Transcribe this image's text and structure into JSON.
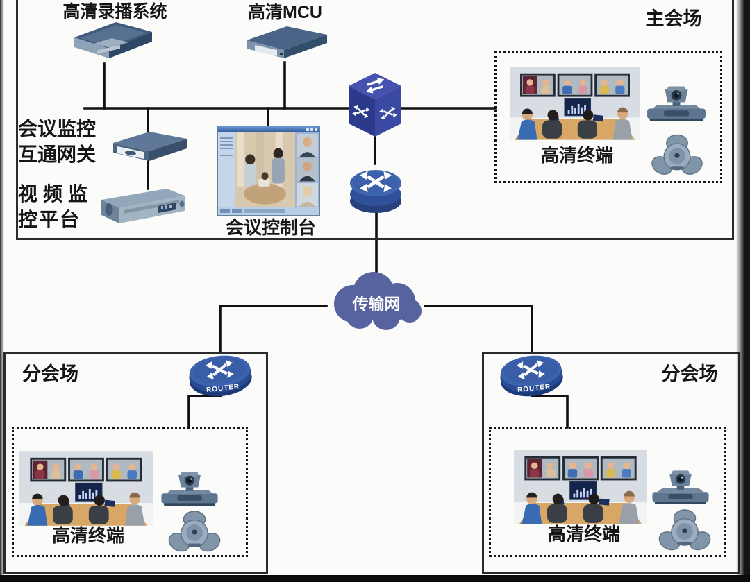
{
  "main_venue": {
    "label": "主会场",
    "recorder_label": "高清录播系统",
    "mcu_label": "高清MCU",
    "gateway_label_line1": "会议监控",
    "gateway_label_line2": "互通网关",
    "vms_label_line1": "视频监",
    "vms_label_line2": "控平台",
    "console_label": "会议控制台",
    "terminal_label": "高清终端"
  },
  "cloud": {
    "label": "传输网"
  },
  "branch_left": {
    "label": "分会场",
    "terminal_label": "高清终端",
    "router_badge": "ROUTER"
  },
  "branch_right": {
    "label": "分会场",
    "terminal_label": "高清终端",
    "router_badge": "ROUTER"
  },
  "icons": {
    "switch": "l3-switch-cube-icon",
    "core_router": "router-cylinder-icon",
    "branch_router": "router-disc-icon",
    "cloud": "network-cloud-icon",
    "terminal_room": "conference-room-illustration",
    "camera": "video-camera-codec-icon",
    "microphone": "tabletop-mic-icon"
  },
  "colors": {
    "line": "#111111",
    "cloud_fill": "#57639E",
    "icon_blue": "#3B4FA0",
    "box_border": "#2B2B2B"
  }
}
